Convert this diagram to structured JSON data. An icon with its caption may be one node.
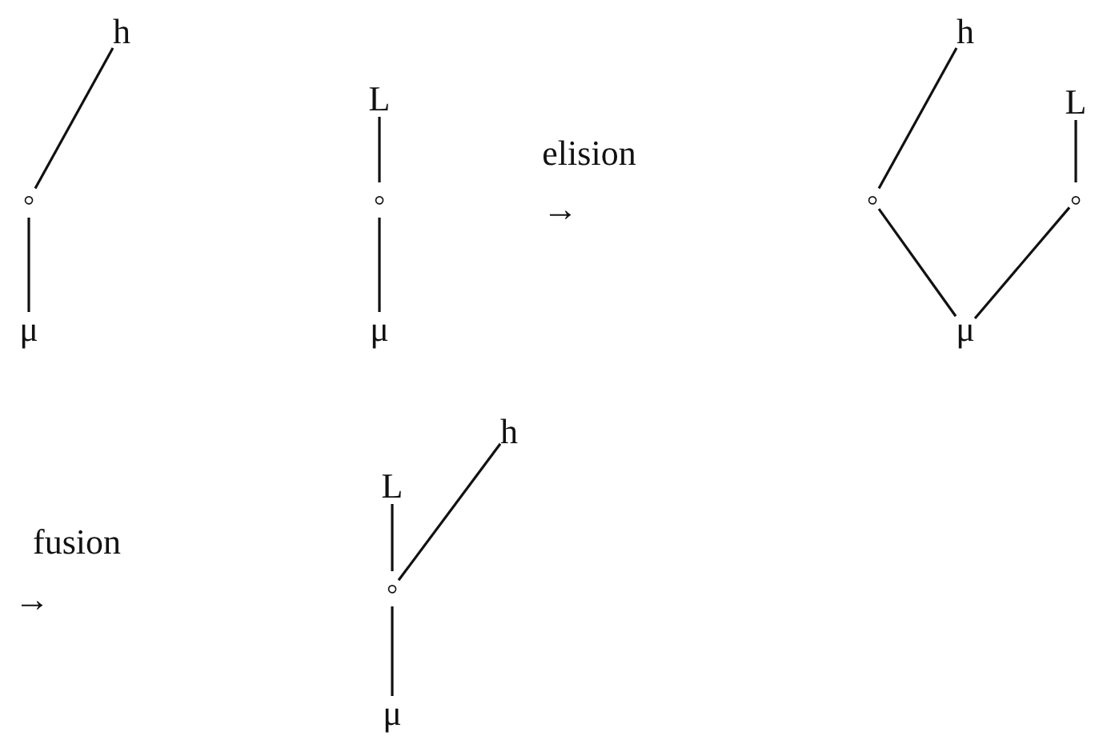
{
  "diagram": {
    "nodes": [
      {
        "text": [
          "h"
        ]
      },
      {
        "text": [
          "◦"
        ]
      },
      {
        "text": [
          "μ"
        ]
      },
      {
        "text": [
          "L"
        ]
      },
      {
        "text": [
          "◦"
        ]
      },
      {
        "text": [
          "μ"
        ]
      },
      {
        "text": [
          "h"
        ]
      },
      {
        "text": [
          "L"
        ]
      },
      {
        "text": [
          "◦"
        ]
      },
      {
        "text": [
          "◦"
        ]
      },
      {
        "text": [
          "μ"
        ]
      },
      {
        "text": [
          "h"
        ]
      },
      {
        "text": [
          "L"
        ]
      },
      {
        "text": [
          "◦"
        ]
      },
      {
        "text": [
          "μ"
        ]
      }
    ],
    "edges": [
      {
        "from": 0,
        "to": 1,
        "arrow": "none"
      },
      {
        "from": 1,
        "to": 2,
        "arrow": "none"
      },
      {
        "from": 3,
        "to": 4,
        "arrow": "none"
      },
      {
        "from": 4,
        "to": 5,
        "arrow": "none"
      },
      {
        "from": 6,
        "to": 8,
        "arrow": "none"
      },
      {
        "from": 7,
        "to": 9,
        "arrow": "none"
      },
      {
        "from": 8,
        "to": 10,
        "arrow": "none"
      },
      {
        "from": 9,
        "to": 10,
        "arrow": "none"
      },
      {
        "from": 11,
        "to": 13,
        "arrow": "none"
      },
      {
        "from": 12,
        "to": 13,
        "arrow": "none"
      },
      {
        "from": 13,
        "to": 14,
        "arrow": "none"
      }
    ],
    "labels": [
      "elision",
      "→",
      "fusion",
      "→"
    ]
  }
}
